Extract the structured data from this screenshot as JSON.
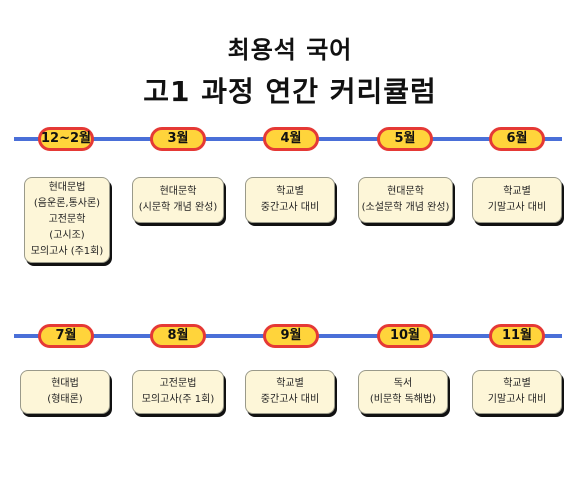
{
  "header": {
    "title_line1": "최용석 국어",
    "title_line2": "고1 과정 연간 커리큘럼"
  },
  "row1": [
    {
      "month": "12~2월",
      "lines": [
        "현대문법",
        "(음운론,통사론)",
        "고전문학",
        "(고시조)",
        "모의고사 (주1회)"
      ]
    },
    {
      "month": "3월",
      "lines": [
        "현대문학",
        "(시문학 개념 완성)"
      ]
    },
    {
      "month": "4월",
      "lines": [
        "학교별",
        "중간고사 대비"
      ]
    },
    {
      "month": "5월",
      "lines": [
        "현대문학",
        "(소설문학 개념 완성)"
      ]
    },
    {
      "month": "6월",
      "lines": [
        "학교별",
        "기말고사 대비"
      ]
    }
  ],
  "row2": [
    {
      "month": "7월",
      "lines": [
        "현대법",
        "(형태론)"
      ]
    },
    {
      "month": "8월",
      "lines": [
        "고전문법",
        "모의고사(주 1회)"
      ]
    },
    {
      "month": "9월",
      "lines": [
        "학교별",
        "중간고사 대비"
      ]
    },
    {
      "month": "10월",
      "lines": [
        "독서",
        "(비문학 독해법)"
      ]
    },
    {
      "month": "11월",
      "lines": [
        "학교별",
        "기말고사 대비"
      ]
    }
  ],
  "colors": {
    "timeline": "#4a6fd8",
    "pill_fill": "#ffd43b",
    "pill_border": "#e53935",
    "card_fill": "#fdf6d8"
  }
}
